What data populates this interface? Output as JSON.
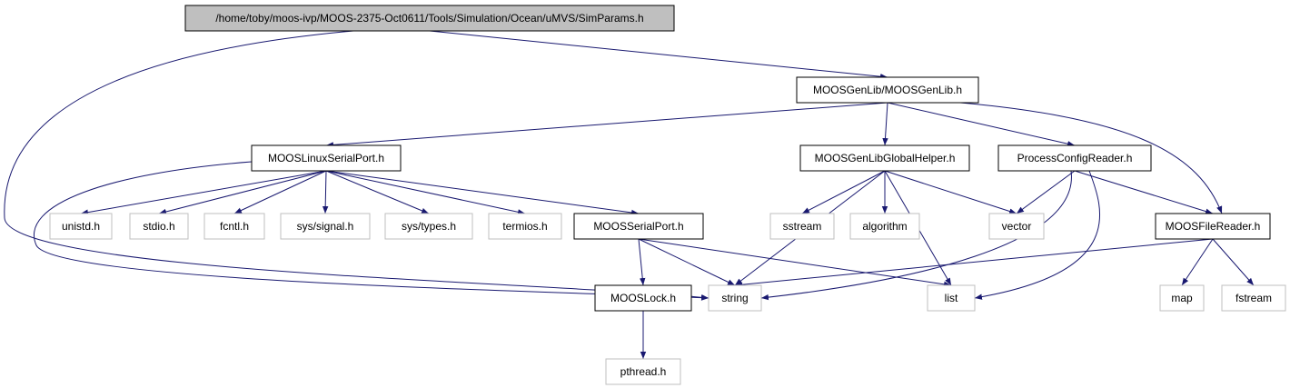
{
  "colors": {
    "edge": "#191970",
    "main_fill": "#bfbfbf",
    "system_border": "#bfbfbf",
    "project_border": "#000000"
  },
  "nodes": [
    {
      "id": "simparams",
      "label": "/home/toby/moos-ivp/MOOS-2375-Oct0611/Tools/Simulation/Ocean/uMVS/SimParams.h",
      "kind": "main"
    },
    {
      "id": "moosgenlib",
      "label": "MOOSGenLib/MOOSGenLib.h",
      "kind": "project"
    },
    {
      "id": "linuxserial",
      "label": "MOOSLinuxSerialPort.h",
      "kind": "project"
    },
    {
      "id": "globalhelper",
      "label": "MOOSGenLibGlobalHelper.h",
      "kind": "project"
    },
    {
      "id": "processconfig",
      "label": "ProcessConfigReader.h",
      "kind": "project"
    },
    {
      "id": "unistd",
      "label": "unistd.h",
      "kind": "system"
    },
    {
      "id": "stdio",
      "label": "stdio.h",
      "kind": "system"
    },
    {
      "id": "fcntl",
      "label": "fcntl.h",
      "kind": "system"
    },
    {
      "id": "signal",
      "label": "sys/signal.h",
      "kind": "system"
    },
    {
      "id": "types",
      "label": "sys/types.h",
      "kind": "system"
    },
    {
      "id": "termios",
      "label": "termios.h",
      "kind": "system"
    },
    {
      "id": "serialport",
      "label": "MOOSSerialPort.h",
      "kind": "project"
    },
    {
      "id": "sstream",
      "label": "sstream",
      "kind": "system"
    },
    {
      "id": "algorithm",
      "label": "algorithm",
      "kind": "system"
    },
    {
      "id": "vector",
      "label": "vector",
      "kind": "system"
    },
    {
      "id": "filereader",
      "label": "MOOSFileReader.h",
      "kind": "project"
    },
    {
      "id": "mooslock",
      "label": "MOOSLock.h",
      "kind": "project"
    },
    {
      "id": "string",
      "label": "string",
      "kind": "system"
    },
    {
      "id": "list",
      "label": "list",
      "kind": "system"
    },
    {
      "id": "map",
      "label": "map",
      "kind": "system"
    },
    {
      "id": "fstream",
      "label": "fstream",
      "kind": "system"
    },
    {
      "id": "pthread",
      "label": "pthread.h",
      "kind": "system"
    }
  ],
  "edges": [
    {
      "from": "simparams",
      "to": "moosgenlib"
    },
    {
      "from": "simparams",
      "to": "string"
    },
    {
      "from": "moosgenlib",
      "to": "linuxserial"
    },
    {
      "from": "moosgenlib",
      "to": "globalhelper"
    },
    {
      "from": "moosgenlib",
      "to": "processconfig"
    },
    {
      "from": "moosgenlib",
      "to": "filereader"
    },
    {
      "from": "linuxserial",
      "to": "unistd"
    },
    {
      "from": "linuxserial",
      "to": "stdio"
    },
    {
      "from": "linuxserial",
      "to": "fcntl"
    },
    {
      "from": "linuxserial",
      "to": "signal"
    },
    {
      "from": "linuxserial",
      "to": "types"
    },
    {
      "from": "linuxserial",
      "to": "termios"
    },
    {
      "from": "linuxserial",
      "to": "serialport"
    },
    {
      "from": "linuxserial",
      "to": "string"
    },
    {
      "from": "serialport",
      "to": "mooslock"
    },
    {
      "from": "serialport",
      "to": "string"
    },
    {
      "from": "serialport",
      "to": "list"
    },
    {
      "from": "mooslock",
      "to": "pthread"
    },
    {
      "from": "globalhelper",
      "to": "string"
    },
    {
      "from": "globalhelper",
      "to": "sstream"
    },
    {
      "from": "globalhelper",
      "to": "algorithm"
    },
    {
      "from": "globalhelper",
      "to": "list"
    },
    {
      "from": "globalhelper",
      "to": "vector"
    },
    {
      "from": "processconfig",
      "to": "vector"
    },
    {
      "from": "processconfig",
      "to": "string"
    },
    {
      "from": "processconfig",
      "to": "list"
    },
    {
      "from": "processconfig",
      "to": "filereader"
    },
    {
      "from": "filereader",
      "to": "string"
    },
    {
      "from": "filereader",
      "to": "map"
    },
    {
      "from": "filereader",
      "to": "fstream"
    }
  ]
}
